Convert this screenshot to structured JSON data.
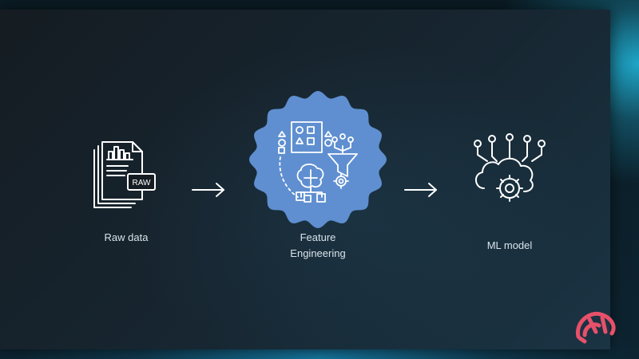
{
  "diagram": {
    "nodes": [
      {
        "id": "raw",
        "label": "Raw data",
        "icon": "raw-data-document-icon",
        "badge": "RAW"
      },
      {
        "id": "fe",
        "label": "Feature\nEngineering",
        "icon": "feature-engineering-icon",
        "highlight_color": "#5f8fd0"
      },
      {
        "id": "ml",
        "label": "ML model",
        "icon": "ml-model-cloud-gear-icon"
      }
    ],
    "edges": [
      {
        "from": "raw",
        "to": "fe"
      },
      {
        "from": "fe",
        "to": "ml"
      }
    ]
  },
  "brand": {
    "logo_icon": "brand-logo-icon",
    "color": "#e8506a"
  },
  "colors": {
    "stroke": "#ffffff",
    "label": "#d9e3ea",
    "background": "#151c22"
  }
}
